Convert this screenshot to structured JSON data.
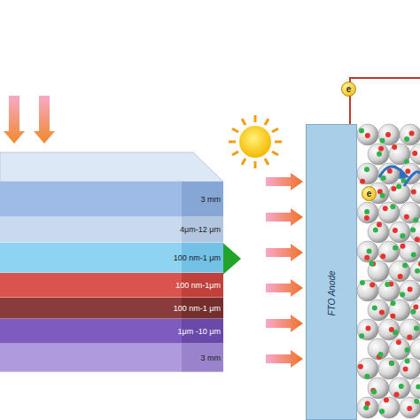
{
  "diagram": {
    "nodes": [
      {
        "text": [
          "3 mm"
        ]
      },
      {
        "text": [
          "4μm-12 μm"
        ]
      },
      {
        "text": [
          "100 nm-1 μm"
        ]
      },
      {
        "text": [
          "100 nm-1μm"
        ]
      },
      {
        "text": [
          "100 nm-1 μm"
        ]
      },
      {
        "text": [
          "1μm -10 μm"
        ]
      },
      {
        "text": [
          "3 mm"
        ]
      },
      {
        "text": [
          "FTO Anode"
        ]
      },
      {
        "text": [
          "e"
        ]
      },
      {
        "text": [
          "e"
        ]
      }
    ]
  }
}
